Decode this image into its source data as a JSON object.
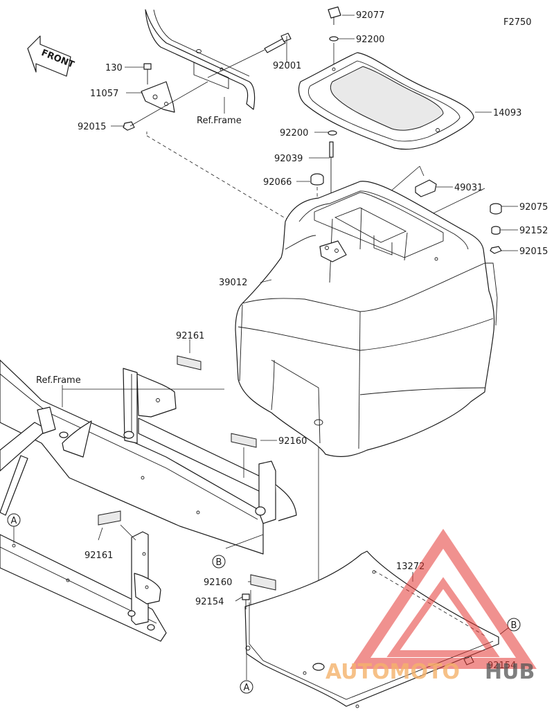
{
  "figure_code": "F2750",
  "front_label": "FRONT",
  "ref_frame_labels": [
    "Ref.Frame",
    "Ref.Frame"
  ],
  "callouts": [
    {
      "id": "p92077",
      "text": "92077"
    },
    {
      "id": "p92200a",
      "text": "92200"
    },
    {
      "id": "p92001",
      "text": "92001"
    },
    {
      "id": "p130",
      "text": "130"
    },
    {
      "id": "p11057",
      "text": "11057"
    },
    {
      "id": "p92015a",
      "text": "92015"
    },
    {
      "id": "p14093",
      "text": "14093"
    },
    {
      "id": "p92200b",
      "text": "92200"
    },
    {
      "id": "p92039",
      "text": "92039"
    },
    {
      "id": "p92066",
      "text": "92066"
    },
    {
      "id": "p49031",
      "text": "49031"
    },
    {
      "id": "p92075",
      "text": "92075"
    },
    {
      "id": "p92152",
      "text": "92152"
    },
    {
      "id": "p92015b",
      "text": "92015"
    },
    {
      "id": "p39012",
      "text": "39012"
    },
    {
      "id": "p92161a",
      "text": "92161"
    },
    {
      "id": "p92160a",
      "text": "92160"
    },
    {
      "id": "p92161b",
      "text": "92161"
    },
    {
      "id": "p92160b",
      "text": "92160"
    },
    {
      "id": "p92154a",
      "text": "92154"
    },
    {
      "id": "p13272",
      "text": "13272"
    },
    {
      "id": "p92154b",
      "text": "92154"
    }
  ],
  "ref_markers": [
    "A",
    "B",
    "B",
    "A"
  ],
  "watermark": {
    "text_a": "AUTOMOTO",
    "text_b": "HUB",
    "color_a": "#f5b26b",
    "color_b": "#555555",
    "triangle_color": "#e53935"
  }
}
